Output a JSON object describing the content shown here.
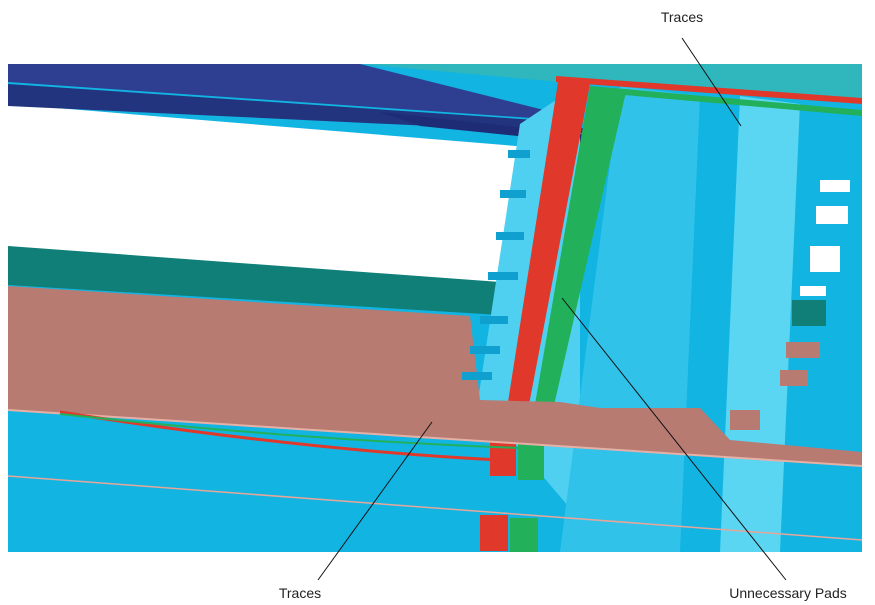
{
  "figure": {
    "annotations": {
      "top_traces": "Traces",
      "bottom_traces": "Traces",
      "unnecessary_pads": "Unnecessary Pads"
    },
    "colors": {
      "background": "#ffffff",
      "cyan_layer": "#12b4e2",
      "light_cyan": "#4fd0f0",
      "teal_layer": "#0f7f78",
      "navy_trace": "#2a3b8f",
      "salmon_trace": "#b77b72",
      "red_pad": "#e0382b",
      "green_pad": "#22b05a",
      "leader_line": "#111111"
    }
  }
}
